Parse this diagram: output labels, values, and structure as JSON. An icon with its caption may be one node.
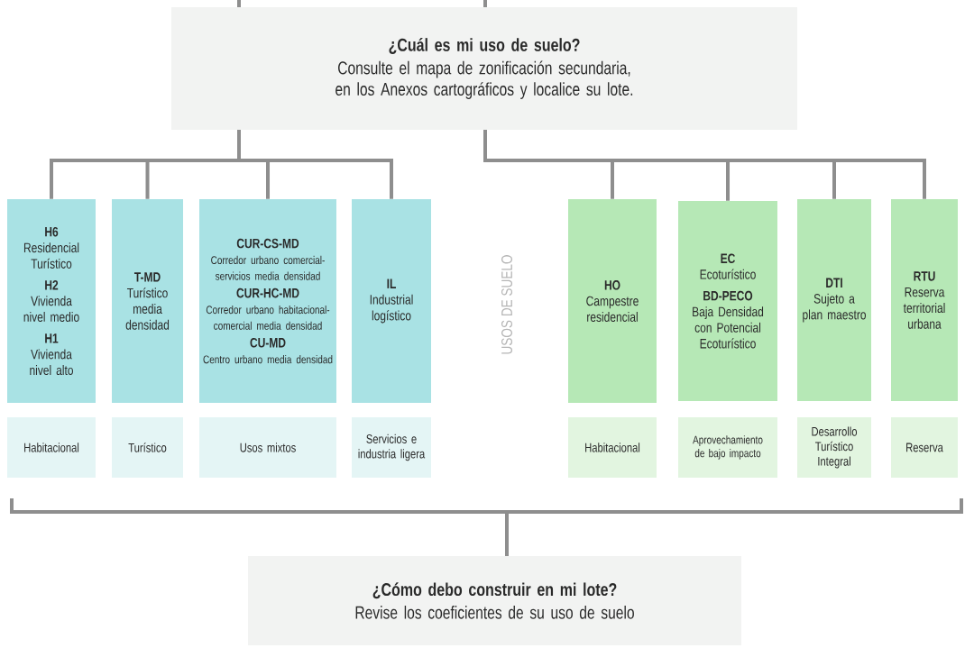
{
  "diagram": {
    "nodes": [
      {
        "text": [
          "¿Cuál es mi uso de suelo?",
          "Consulte el mapa de zonificación secundaria, en los Anexos cartográficos y localice su lote."
        ]
      },
      {
        "text": [
          "H6",
          "Residencial Turístico",
          "H2",
          "Vivienda nivel medio",
          "H1",
          "Vivienda nivel alto"
        ]
      },
      {
        "text": [
          "T-MD",
          "Turístico media densidad"
        ]
      },
      {
        "text": [
          "CUR-CS-MD",
          "Corredor urbano comercial-servicios media densidad",
          "CUR-HC-MD",
          "Corredor urbano habitacional-comercial media densidad",
          "CU-MD",
          "Centro urbano media densidad"
        ]
      },
      {
        "text": [
          "IL",
          "Industrial logístico"
        ]
      },
      {
        "text": [
          "HO",
          "Campestre residencial"
        ]
      },
      {
        "text": [
          "EC",
          "Ecoturístico",
          "BD-PECO",
          "Baja Densidad con Potencial Ecoturístico"
        ]
      },
      {
        "text": [
          "DTI",
          "Sujeto a plan maestro"
        ]
      },
      {
        "text": [
          "RTU",
          "Reserva territorial urbana"
        ]
      },
      {
        "text": [
          "Habitacional"
        ]
      },
      {
        "text": [
          "Turístico"
        ]
      },
      {
        "text": [
          "Usos mixtos"
        ]
      },
      {
        "text": [
          "Servicios e industria ligera"
        ]
      },
      {
        "text": [
          "Habitacional"
        ]
      },
      {
        "text": [
          "Aprovechamiento de bajo impacto"
        ]
      },
      {
        "text": [
          "Desarrollo Turístico Integral"
        ]
      },
      {
        "text": [
          "Reserva"
        ]
      },
      {
        "text": [],
        "shape": "bracket"
      },
      {
        "text": [
          "¿Cómo debo construir en mi lote?",
          "Revise los coeficientes de su uso de suelo"
        ]
      }
    ],
    "edges": [
      {
        "from": null,
        "to": 0,
        "arrow": "none"
      },
      {
        "from": null,
        "to": 0,
        "arrow": "none"
      },
      {
        "from": 0,
        "to": 1,
        "arrow": "none"
      },
      {
        "from": 0,
        "to": 2,
        "arrow": "none"
      },
      {
        "from": 0,
        "to": 3,
        "arrow": "none"
      },
      {
        "from": 0,
        "to": 4,
        "arrow": "none"
      },
      {
        "from": 0,
        "to": 5,
        "arrow": "none"
      },
      {
        "from": 0,
        "to": 6,
        "arrow": "none"
      },
      {
        "from": 0,
        "to": 7,
        "arrow": "none"
      },
      {
        "from": 0,
        "to": 8,
        "arrow": "none"
      },
      {
        "from": 17,
        "to": 18,
        "arrow": "none"
      }
    ],
    "labels": [
      "USOS DE SUELO"
    ]
  }
}
